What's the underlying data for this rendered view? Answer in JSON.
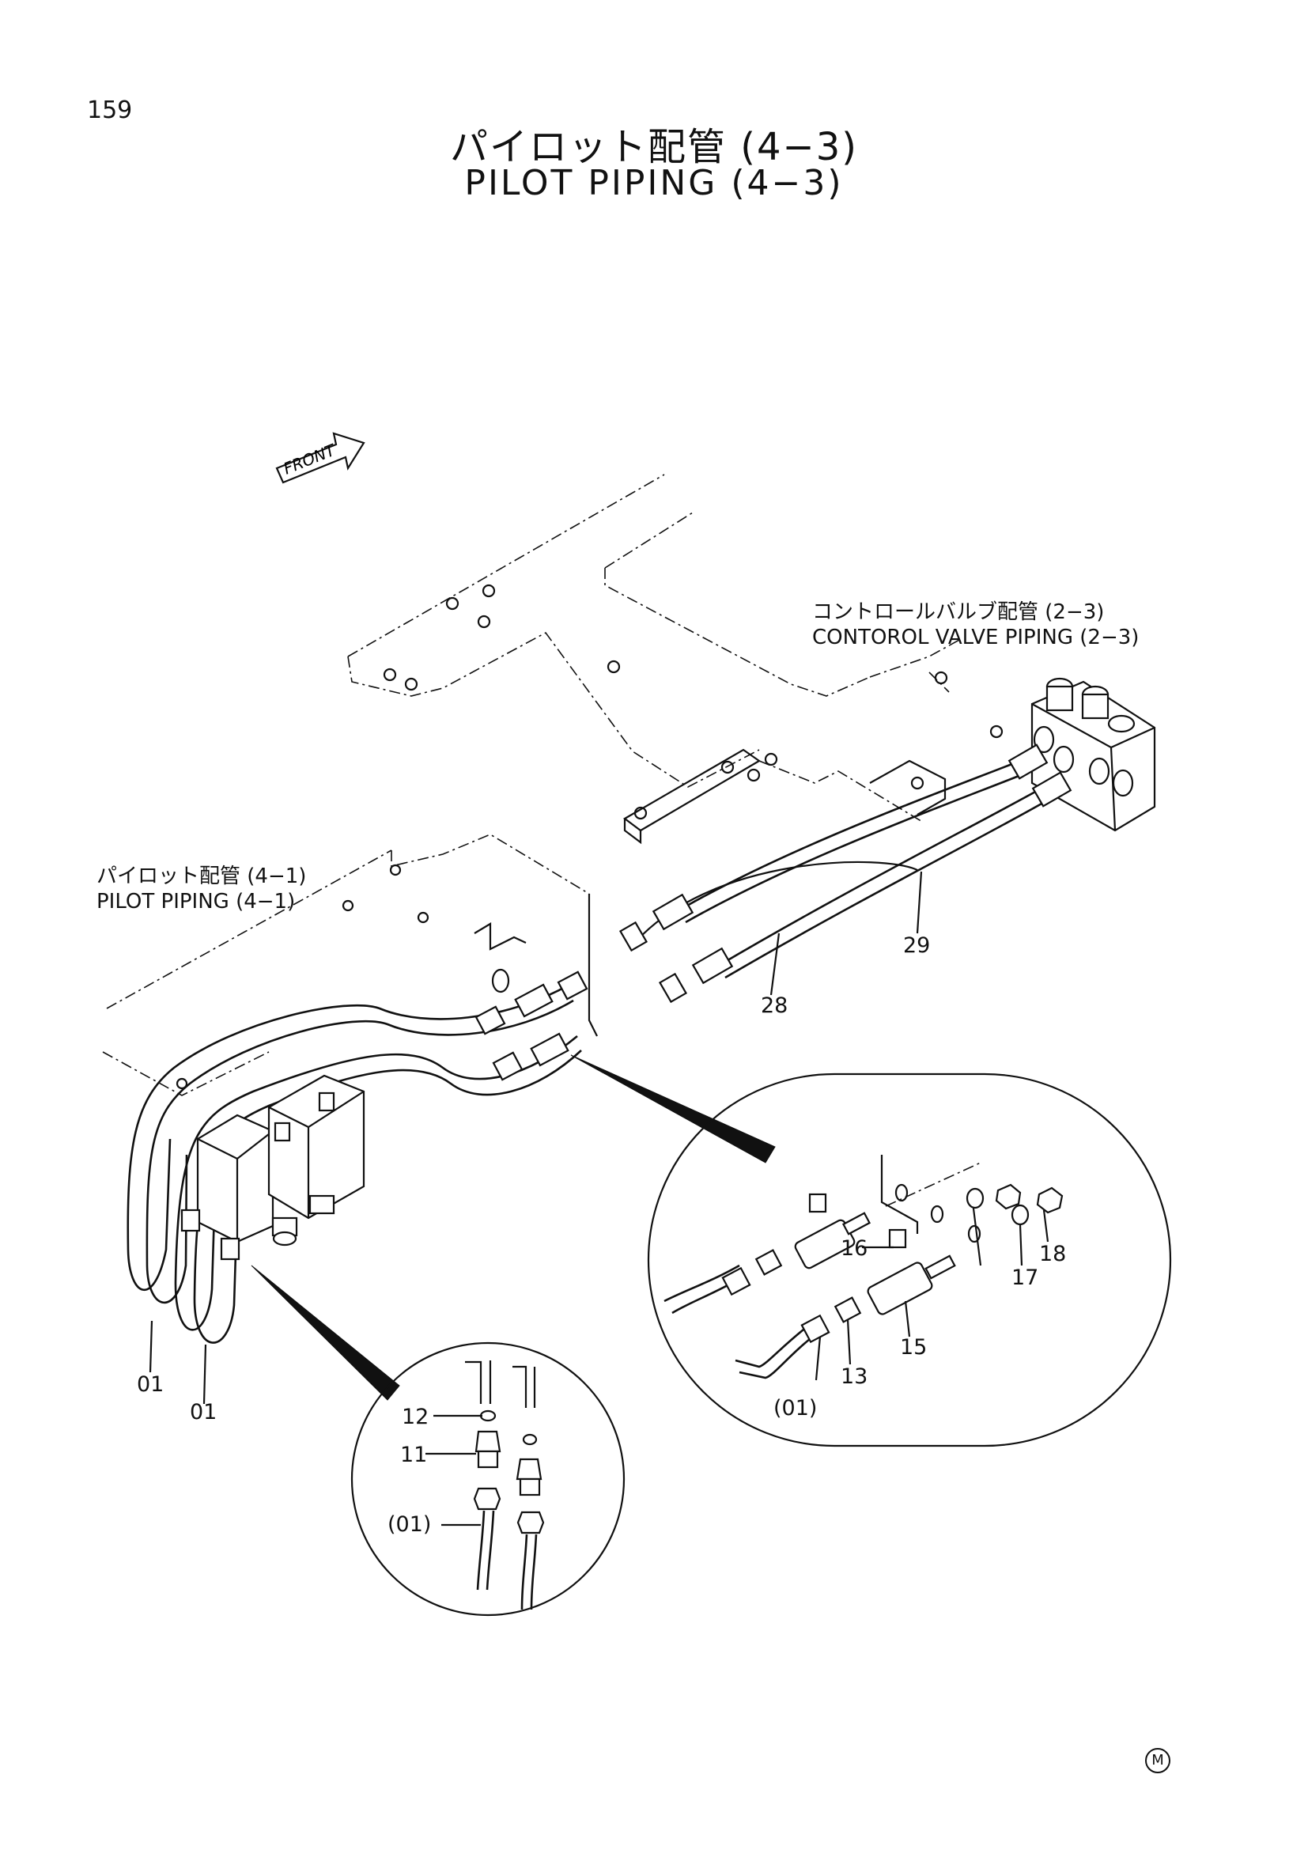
{
  "page_number": "159",
  "title": {
    "jp": "パイロット配管 (4−3)",
    "en": "PILOT PIPING (4−3)"
  },
  "front_label": "FRONT",
  "references": {
    "control_valve": {
      "jp": "コントロールバルブ配管 (2−3)",
      "en": "CONTOROL VALVE PIPING (2−3)"
    },
    "pilot_piping": {
      "jp": "パイロット配管 (4−1)",
      "en": "PILOT PIPING (4−1)"
    }
  },
  "callouts": {
    "c28": "28",
    "c29": "29",
    "c01a": "01",
    "c01b": "01",
    "c12": "12",
    "c11": "11",
    "c01c": "(01)",
    "c16": "16",
    "c15": "15",
    "c13": "13",
    "c01d": "(01)",
    "c17": "17",
    "c18": "18"
  },
  "mark": "M"
}
